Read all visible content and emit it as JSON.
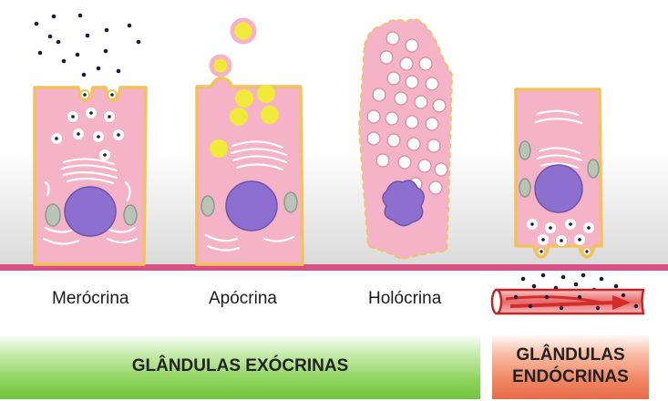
{
  "labels": {
    "merocrina": "Merócrina",
    "apocrina": "Apócrina",
    "holocrina": "Holócrina"
  },
  "banners": {
    "exocrine": "GLÂNDULAS EXÓCRINAS",
    "endocrine_line1": "GLÂNDULAS",
    "endocrine_line2": "ENDÓCRINAS"
  },
  "colors": {
    "cytoplasm": "#f5b3c7",
    "membrane": "#f2c25c",
    "nucleus": "#8d6fcf",
    "apocrine_vesicle": "#f2ea3a",
    "basement_membrane": "#d94f86",
    "blood_vessel": "#d42b2b",
    "exocrine_banner": "#7cc94a",
    "endocrine_banner": "#ee7a55"
  }
}
